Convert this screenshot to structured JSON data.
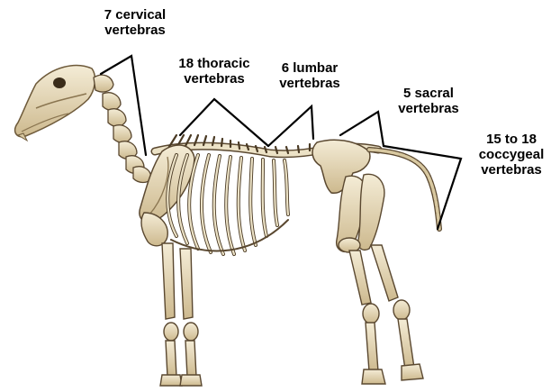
{
  "labels": {
    "cervical": {
      "line1": "7 cervical",
      "line2": "vertebras"
    },
    "thoracic": {
      "line1": "18 thoracic",
      "line2": "vertebras"
    },
    "lumbar": {
      "line1": "6 lumbar",
      "line2": "vertebras"
    },
    "sacral": {
      "line1": "5 sacral",
      "line2": "vertebras"
    },
    "coccygeal": {
      "line1": "15 to 18",
      "line2": "coccygeal",
      "line3": "vertebras"
    }
  },
  "colors": {
    "bone": "#ece2c6",
    "bone_shadow": "#8a7550",
    "bone_dark": "#4a3a24",
    "pointer": "#000000",
    "background": "#ffffff"
  }
}
